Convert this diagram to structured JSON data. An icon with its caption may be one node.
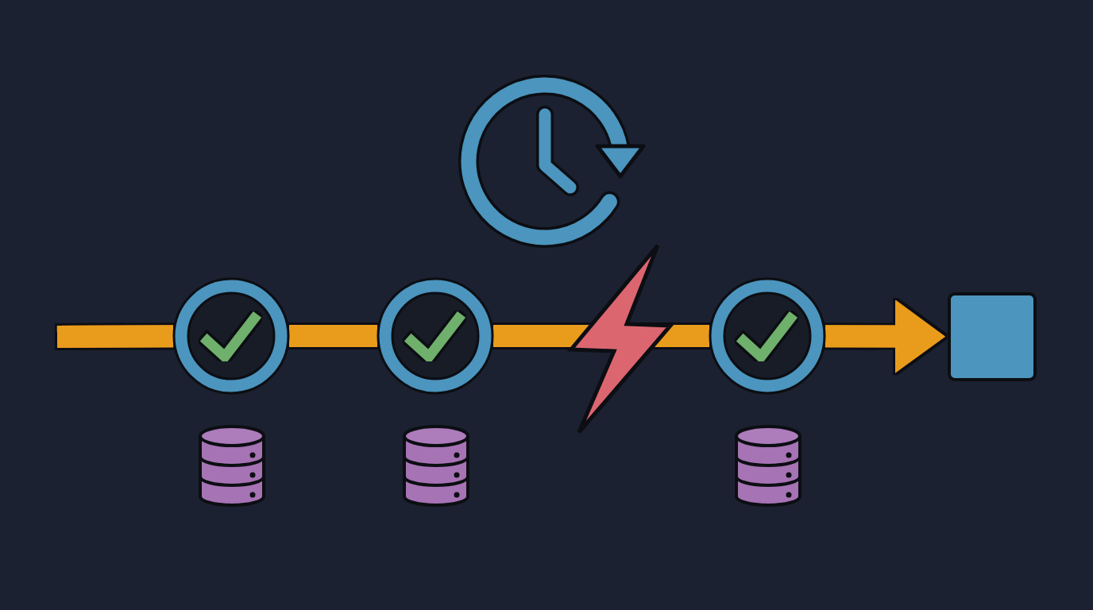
{
  "diagram": {
    "nodes": [
      {
        "text": [],
        "shape": "circle"
      },
      {
        "text": [],
        "shape": "circle"
      },
      {
        "text": [],
        "shape": "circle"
      },
      {
        "text": [],
        "shape": "box"
      },
      {
        "text": [],
        "shape": "cylinder"
      },
      {
        "text": [],
        "shape": "cylinder"
      },
      {
        "text": [],
        "shape": "cylinder"
      }
    ],
    "edges": [
      {
        "from": null,
        "to": 0,
        "arrow": "none"
      },
      {
        "from": 0,
        "to": 1,
        "arrow": "none"
      },
      {
        "from": 1,
        "to": 2,
        "arrow": "none"
      },
      {
        "from": 2,
        "to": 3,
        "arrow": "to"
      }
    ]
  }
}
